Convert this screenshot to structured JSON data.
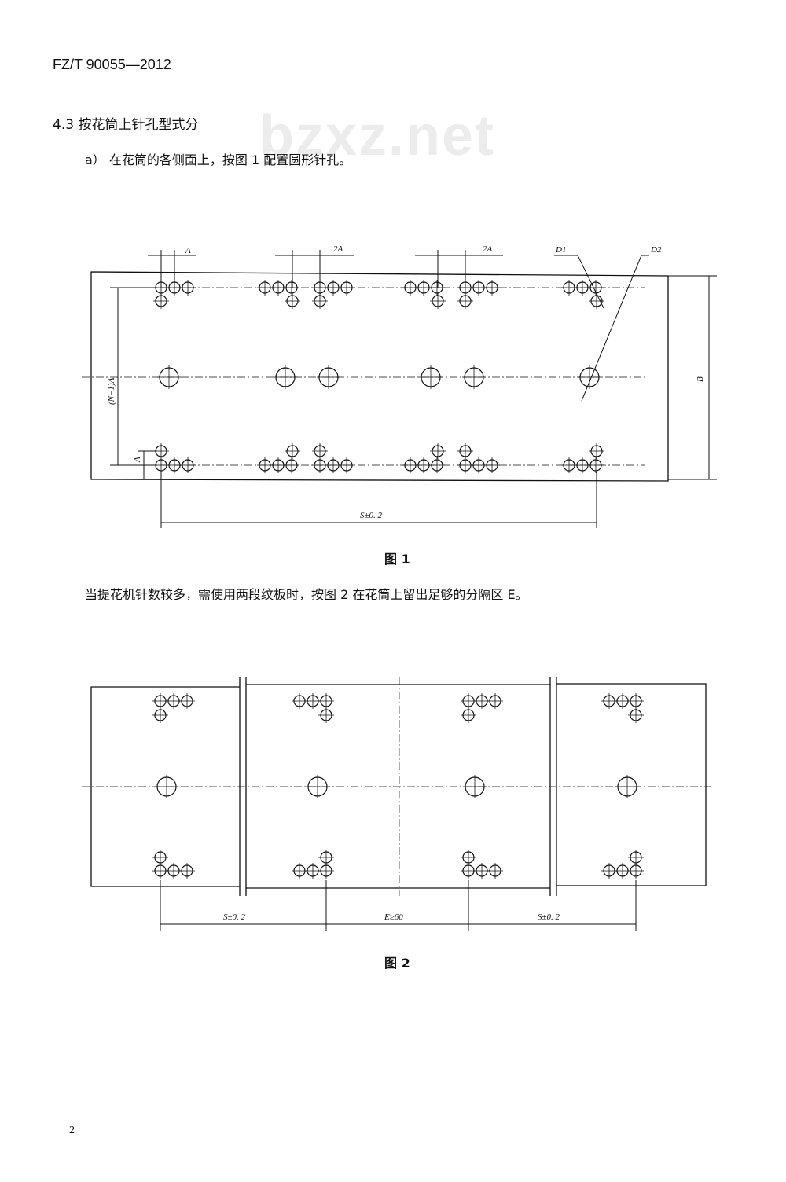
{
  "header": {
    "standard_code": "FZ/T 90055—2012"
  },
  "watermark": "bzxz.net",
  "section": {
    "title": "4.3  按花筒上针孔型式分"
  },
  "item_a": "a）  在花筒的各侧面上，按图 1 配置圆形针孔。",
  "figure1": {
    "caption": "图 1",
    "labels": {
      "a_top": "A",
      "two_a_1": "2A",
      "two_a_2": "2A",
      "d1": "D1",
      "d2": "D2",
      "n_minus_1_a": "(N−1)A",
      "b": "B",
      "a_left": "A",
      "s": "S±0. 2"
    }
  },
  "paragraph": "当提花机针数较多，需使用两段纹板时，按图 2 在花筒上留出足够的分隔区 E。",
  "figure2": {
    "caption": "图 2",
    "labels": {
      "s_left": "S±0. 2",
      "e": "E≥60",
      "s_right": "S±0. 2"
    }
  },
  "page_number": "2"
}
